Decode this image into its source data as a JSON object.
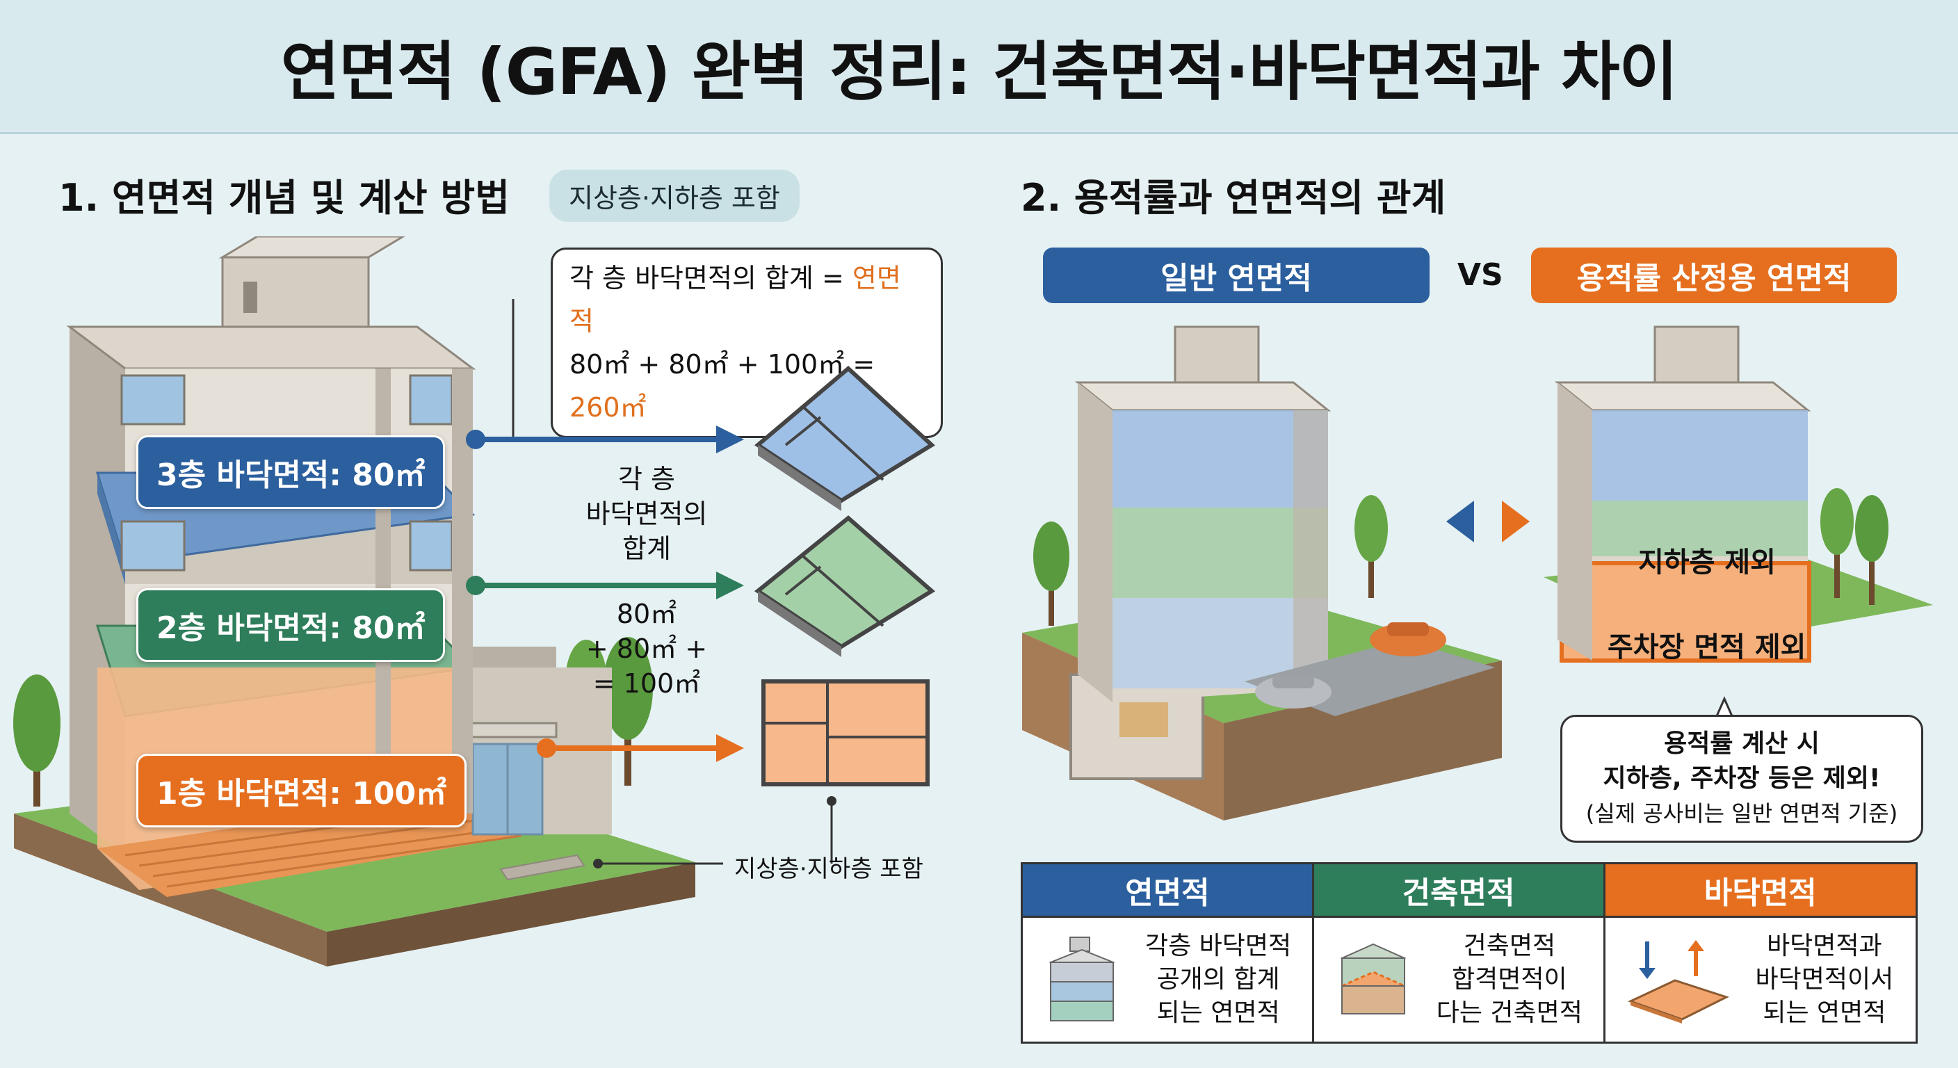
{
  "header": {
    "title": "연면적 (GFA) 완벽 정리: 건축면적·바닥면적과 차이"
  },
  "section1": {
    "title": "1. 연면적 개념 및 계산 방법",
    "badge": "지상층·지하층 포함",
    "callout_line1_prefix": "각 층 바닥면적의 합계 = ",
    "callout_line1_highlight": "연면적",
    "callout_line2_prefix": "80㎡ + 80㎡ + 100㎡ = ",
    "callout_line2_highlight": "260㎡",
    "floors": [
      {
        "label": "3층 바닥면적: 80㎡",
        "color": "#2b5f9e"
      },
      {
        "label": "2층 바닥면적: 80㎡",
        "color": "#2e7d5b"
      },
      {
        "label": "1층 바닥면적: 100㎡",
        "color": "#e56f1f"
      }
    ],
    "middle_text_1": [
      "각 층",
      "바닥면적의",
      "합계"
    ],
    "middle_text_2": [
      "80㎡",
      "+ 80㎡ +",
      "= 100㎡"
    ],
    "ground_label": "지상층·지하층 포함"
  },
  "section2": {
    "title": "2. 용적률과 연면적의 관계",
    "left_banner": "일반 연면적",
    "vs": "VS",
    "right_banner": "용적률 산정용 연면적",
    "exclude_basement": "지하층 제외",
    "exclude_parking": "주차장 면적 제외",
    "bubble_line1": "용적률 계산 시",
    "bubble_line2": "지하층, 주차장 등은 제외!",
    "bubble_line3": "(실제 공사비는 일반 연면적 기준)"
  },
  "legend": {
    "columns": [
      {
        "header": "연면적",
        "color": "#2b5f9e",
        "lines": [
          "각층 바닥면적",
          "공개의 합계",
          "되는 연면적"
        ]
      },
      {
        "header": "건축면적",
        "color": "#2e7d5b",
        "lines": [
          "건축면적",
          "합격면적이",
          "다는 건축면적"
        ]
      },
      {
        "header": "바닥면적",
        "color": "#e56f1f",
        "lines": [
          "바닥면적과",
          "바닥면적이서",
          "되는 연면적"
        ]
      }
    ]
  },
  "colors": {
    "blue": "#2b5f9e",
    "green": "#2e7d5b",
    "orange": "#e56f1f",
    "background": "#e6f1f3"
  }
}
